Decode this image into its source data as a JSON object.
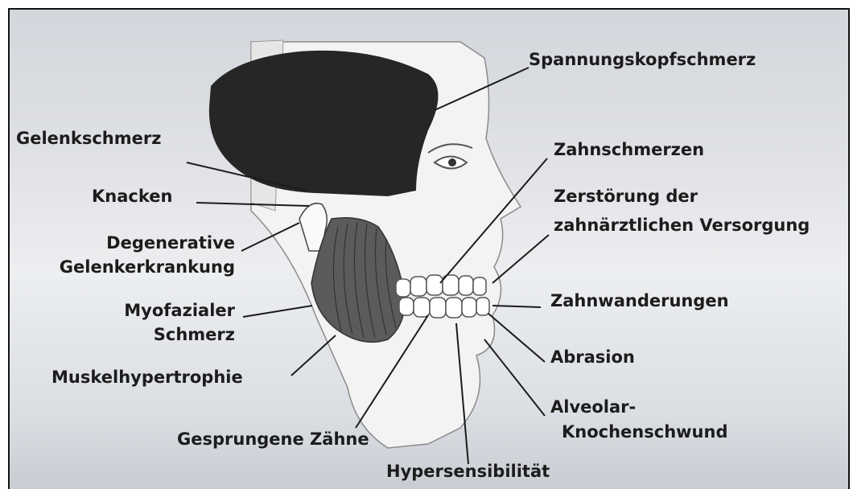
{
  "labels": {
    "tension_headache": "Spannungskopfschmerz",
    "joint_pain": "Gelenkschmerz",
    "toothache": "Zahnschmerzen",
    "clicking": "Knacken",
    "destruction_line1": "Zerstörung der",
    "destruction_line2": "zahnärztlichen Versorgung",
    "degenerative_line1": "Degenerative",
    "degenerative_line2": "Gelenkerkrankung",
    "tooth_migration": "Zahnwanderungen",
    "myofascial_line1": "Myofazialer",
    "myofascial_line2": "Schmerz",
    "abrasion": "Abrasion",
    "muscle_hypertrophy": "Muskelhypertrophie",
    "alveolar_line1": "Alveolar-",
    "alveolar_line2": "Knochenschwund",
    "cracked_teeth": "Gesprungene Zähne",
    "hypersensitivity": "Hypersensibilität"
  },
  "colors": {
    "ink": "#1c1c1c",
    "head_dark": "#262626",
    "masseter": "#5b5b5b",
    "face_fill": "#f3f3f3",
    "teeth": "#ffffff"
  }
}
